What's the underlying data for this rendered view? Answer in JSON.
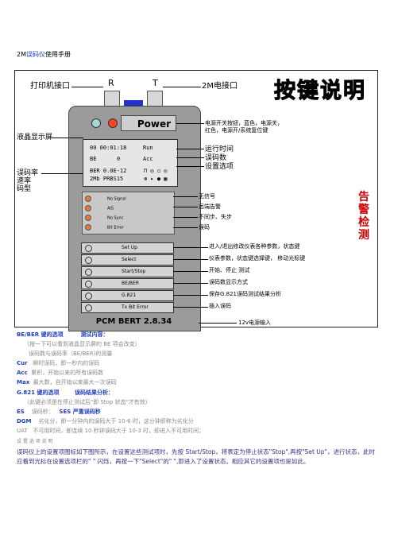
{
  "header": {
    "prefix": "2M",
    "blue": "误码仪",
    "rest": "使用手册"
  },
  "diagram": {
    "title": "按键说明",
    "vertical_title": "告警检测",
    "conn_labels": {
      "printer": "打印机接口",
      "r": "R",
      "t": "T",
      "port2m": "2M电接口"
    },
    "power_label": "Power",
    "model": "PCM BERT  2.8.34",
    "left_labels": {
      "lcd": "液晶显示屏",
      "error_rate": "误码率",
      "rate": "速率",
      "code": "码型"
    },
    "right_notes": {
      "power1": "电源开关按钮，蓝色，电源关，",
      "power2": "红色，电源开/系统复位键",
      "run_time": "运行时间",
      "err_count": "误码数",
      "setting": "设置选项",
      "no_signal": "无信号",
      "remote_alarm": "远端告警",
      "no_sync": "不同步、失步",
      "bit_err": "误码",
      "setup_key": "进入/退出修改仪表各种参数，状态键",
      "select_key": "仪表参数，状态键选择键，    移动光标键",
      "start_key": "开始、停止 测试",
      "be_key": "误码数显示方式",
      "g821_key": "保存G.821误码测试结果分析",
      "tx_key": "插入误码",
      "power12v": "12v电源输入"
    },
    "lcd": {
      "row1_a": "00  00:01:18",
      "row1_b": "Run",
      "row2_a": "BE",
      "row2_b": "0",
      "row2_c": "Acc",
      "row3_a": "BER  0.0E-12",
      "row3_b": "⊓ ◎ ◻ ◎",
      "row4_a": "2Mb  PRBS15",
      "row4_b": "⊛ ▸ ● ▦"
    },
    "alarms": [
      "No Signal",
      "AIS",
      "No Sync",
      "Bit Error"
    ],
    "keys": [
      "Set Up",
      "Select",
      "Start/Stop",
      "BE/BER",
      "G.821",
      "Tx  Bit  Error"
    ]
  },
  "body": {
    "h1": "BE/BER 键的选项",
    "h1_b": "测试内容：",
    "l1": "（按一下可以看到液晶显示屏的 BE 项会改变）",
    "l2": "误码数与误码率（BE/BER)的测量",
    "cur_k": "Cur",
    "cur_v": "瞬时误码，即一秒内的误码",
    "acc_k": "Acc",
    "acc_v": "累积，开始以来的所有误码数",
    "max_k": "Max",
    "max_v": "最大数，自开始以来最大一次误码",
    "h2": "G.821 键的选项",
    "h2_b": "误码结果分析：",
    "l3": "（此键必须是在停止测试后\"即 Stop 状态\"才有效）",
    "es_k": "ES",
    "es_v": "误码秒：",
    "ses": "SES 严重误码秒",
    "dgm_k": "DGM",
    "dgm_v": "劣化分，即一分钟内的误码大于 10-6 时，这分钟即称为劣化分",
    "uat_k": "UAT",
    "uat_v": "不可用时间，即连续 10 秒钟误码大于 10-3 时，即进入不可用时间；",
    "l4": "设 置 选 项 说 明",
    "para": "误码仪上的设置项图标如下图所示，在设置这些测试项时，先按 Start/Stop，将表定为停止状态\"Stop\",再按\"Set Up\"，进行状态，此时应看到光标在设置选项栏的\"          \"  闪烁，再按一下\"Select\"的\"          \",即进入了设置状态。相应其它的设置项也是如此。"
  }
}
